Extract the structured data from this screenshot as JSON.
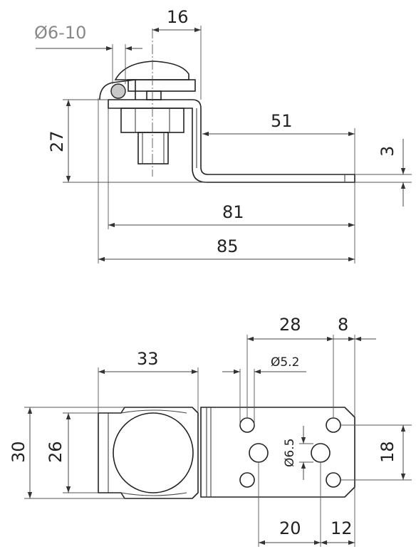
{
  "side_view": {
    "dim_conductor": "Ø6-10",
    "dim_width_top": "16",
    "dim_height": "27",
    "dim_flange": "51",
    "dim_thickness": "3",
    "dim_length_inner": "81",
    "dim_length_total": "85"
  },
  "top_view": {
    "dim_clamp_length": "33",
    "dim_hole_pitch": "28",
    "dim_edge_offset": "8",
    "dim_small_hole": "Ø5.2",
    "dim_width_total": "30",
    "dim_width_inner": "26",
    "dim_large_hole": "Ø6.5",
    "dim_hole_spacing_vertical": "18",
    "dim_hole_spacing_20": "20",
    "dim_hole_spacing_12": "12"
  }
}
